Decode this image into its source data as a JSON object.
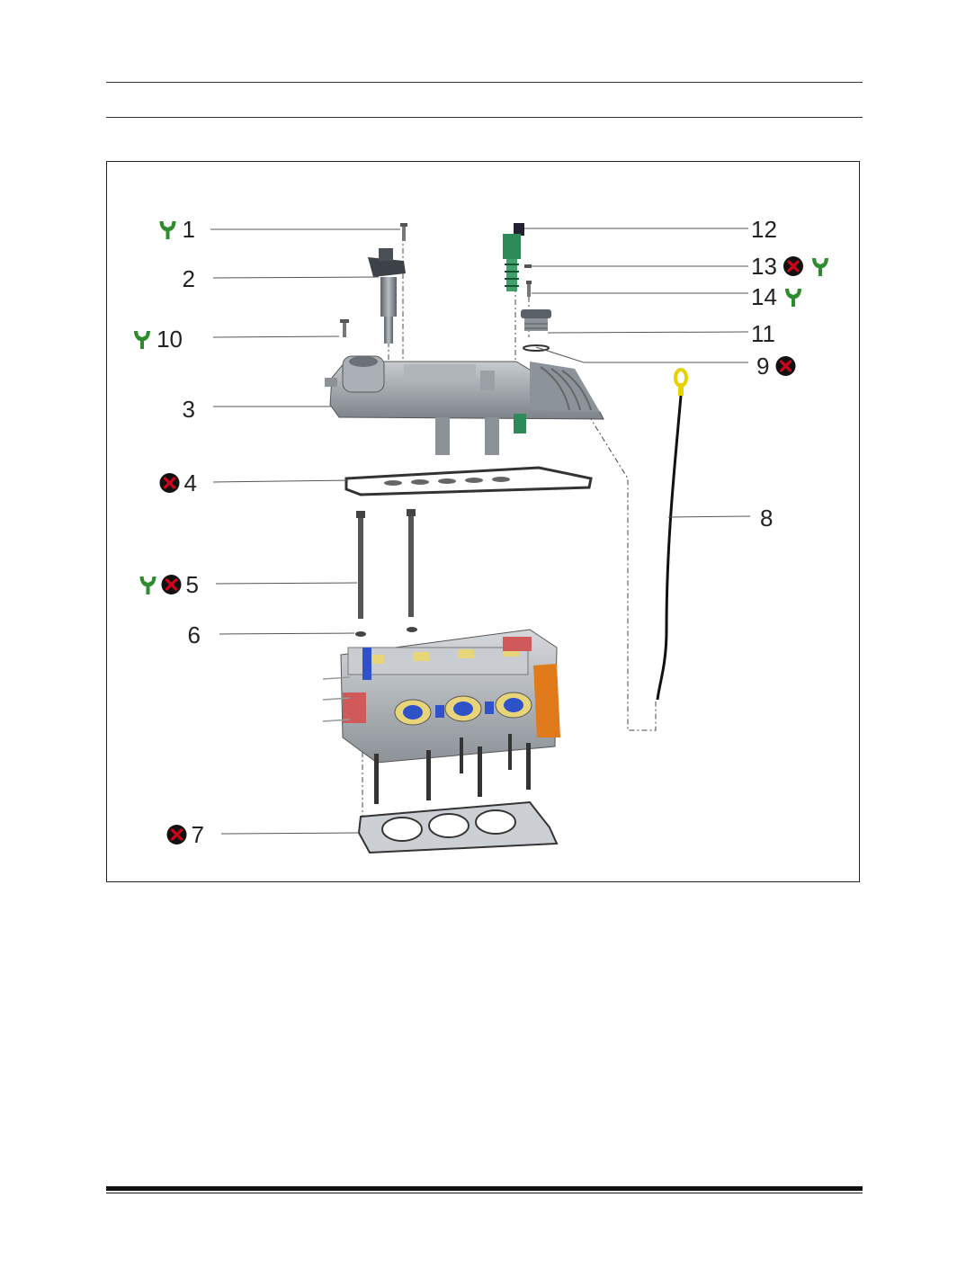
{
  "colors": {
    "wrench": "#2e8b2e",
    "no_reuse_badge": "#d0021b",
    "housing": "#9aa0a6",
    "solenoid": "#2f8a5a",
    "dipstick_handle": "#e6d200",
    "cam_yellow": "#e8d57a",
    "head_blue": "#2f52c8",
    "head_orange": "#e07a1a",
    "head_red": "#d05a5a"
  },
  "icons": {
    "torque": "wrench-icon",
    "replace": "no-reuse-x-icon"
  },
  "callouts": [
    {
      "id": "c1",
      "number": "1",
      "wrench": true,
      "x": false
    },
    {
      "id": "c2",
      "number": "2",
      "wrench": false,
      "x": false
    },
    {
      "id": "c3",
      "number": "3",
      "wrench": false,
      "x": false
    },
    {
      "id": "c4",
      "number": "4",
      "wrench": false,
      "x": true
    },
    {
      "id": "c5",
      "number": "5",
      "wrench": true,
      "x": true
    },
    {
      "id": "c6",
      "number": "6",
      "wrench": false,
      "x": false
    },
    {
      "id": "c7",
      "number": "7",
      "wrench": false,
      "x": true
    },
    {
      "id": "c8",
      "number": "8",
      "wrench": false,
      "x": false
    },
    {
      "id": "c9",
      "number": "9",
      "wrench": false,
      "x": true
    },
    {
      "id": "c10",
      "number": "10",
      "wrench": true,
      "x": false
    },
    {
      "id": "c11",
      "number": "11",
      "wrench": false,
      "x": false
    },
    {
      "id": "c12",
      "number": "12",
      "wrench": false,
      "x": false
    },
    {
      "id": "c13",
      "number": "13",
      "wrench": true,
      "x": true
    },
    {
      "id": "c14",
      "number": "14",
      "wrench": true,
      "x": false
    }
  ]
}
